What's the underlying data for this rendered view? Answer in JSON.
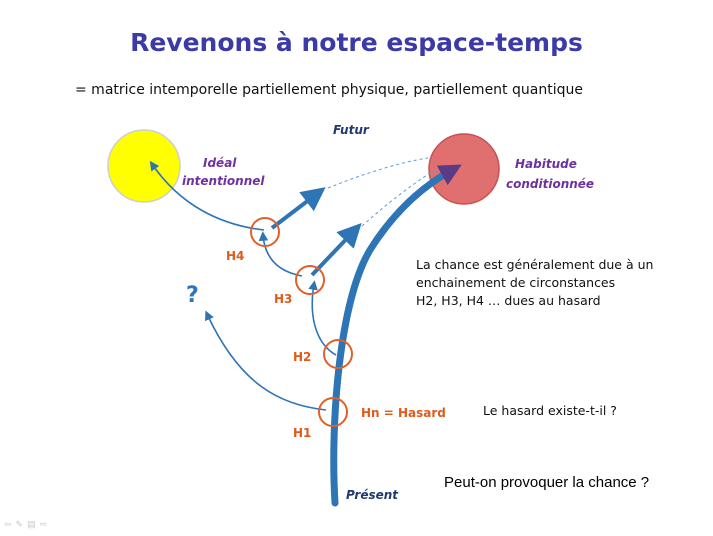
{
  "title": "Revenons à notre espace-temps",
  "subtitle": "= matrice intemporelle partiellement physique, partiellement quantique",
  "diagram": {
    "futur_label": "Futur",
    "present_label": "Présent",
    "ideal_line1": "Idéal",
    "ideal_line2": "intentionnel",
    "habitude_line1": "Habitude",
    "habitude_line2": "conditionnée",
    "h4": "H4",
    "h3": "H3",
    "h2": "H2",
    "h1": "H1",
    "hn": "Hn = Hasard",
    "question": "?",
    "colors": {
      "ideal": "#ffff00",
      "habitude": "#e07070",
      "arrow": "#2e75b6",
      "hazard_circle": "#e0602a"
    }
  },
  "text_chance": [
    "La chance est généralement due à un",
    "enchainement de circonstances",
    "H2, H3, H4 …  dues au hasard"
  ],
  "text_hasard": "Le hasard existe-t-il ?",
  "text_provoke": "Peut-on provoquer la chance ?",
  "nav_icons": [
    "back-arrow-icon",
    "pen-icon",
    "menu-icon",
    "forward-arrow-icon"
  ]
}
